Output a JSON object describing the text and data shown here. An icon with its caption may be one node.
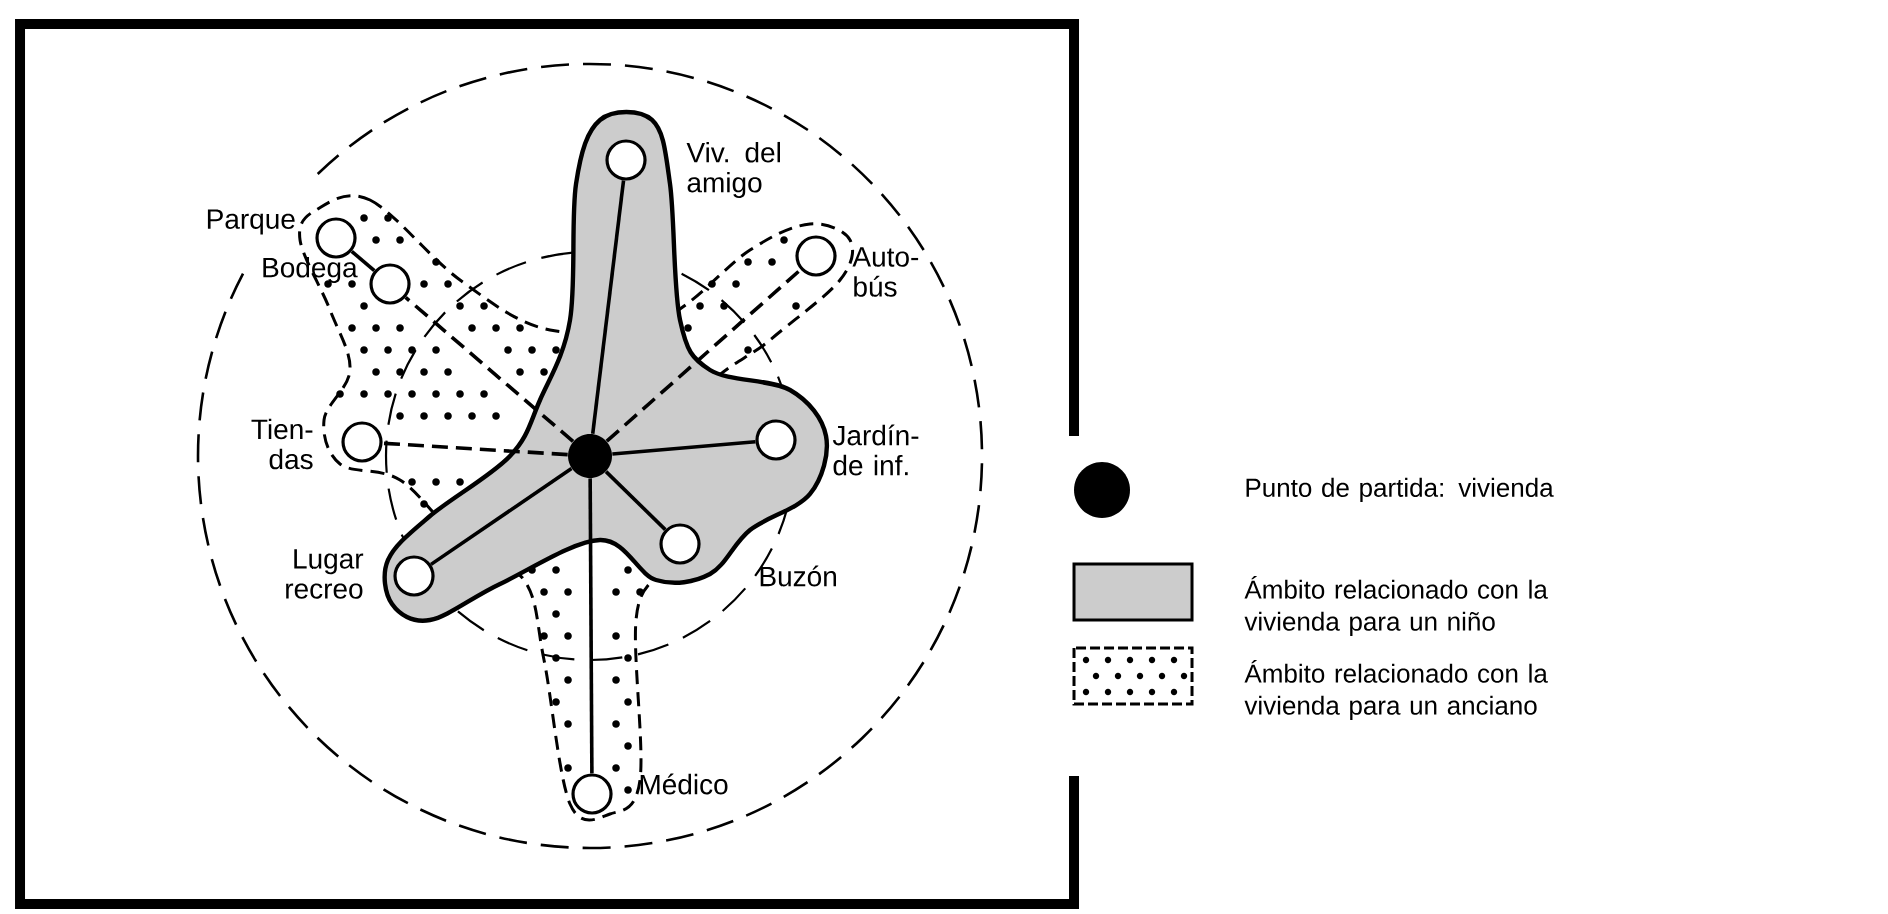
{
  "diagram": {
    "nodes": [
      {
        "text": [],
        "shape": "circle"
      },
      {
        "text": [],
        "shape": "circle",
        "beside": [
          "Viv. del amigo"
        ]
      },
      {
        "text": [],
        "shape": "circle",
        "beside": [
          "Auto- bús"
        ]
      },
      {
        "text": [],
        "shape": "circle",
        "beside": [
          "Jardín- de inf."
        ]
      },
      {
        "text": [],
        "shape": "circle",
        "beside": [
          "Buzón"
        ]
      },
      {
        "text": [],
        "shape": "circle",
        "beside": [
          "Médico"
        ]
      },
      {
        "text": [],
        "shape": "circle",
        "beside": [
          "Lugar recreo"
        ]
      },
      {
        "text": [],
        "shape": "circle",
        "beside": [
          "Tien- das"
        ]
      },
      {
        "text": [],
        "shape": "circle",
        "beside": [
          "Bodega"
        ]
      },
      {
        "text": [],
        "shape": "circle",
        "beside": [
          "Parque"
        ]
      }
    ],
    "edges": [
      {
        "from": 0,
        "to": 1,
        "arrow": "none"
      },
      {
        "from": 0,
        "to": 2,
        "arrow": "none",
        "style": "dashed"
      },
      {
        "from": 0,
        "to": 3,
        "arrow": "none"
      },
      {
        "from": 0,
        "to": 4,
        "arrow": "none"
      },
      {
        "from": 0,
        "to": 5,
        "arrow": "none"
      },
      {
        "from": 0,
        "to": 6,
        "arrow": "none"
      },
      {
        "from": 0,
        "to": 7,
        "arrow": "none",
        "style": "dashed"
      },
      {
        "from": 0,
        "to": 8,
        "arrow": "none",
        "style": "dashed"
      },
      {
        "from": 8,
        "to": 9,
        "arrow": "none"
      }
    ],
    "legend": [
      {
        "text": "Punto de partida: vivienda"
      },
      {
        "text": "Ámbito relacionado con la vivienda para un niño"
      },
      {
        "text": "Ámbito relacionado con la vivienda para un anciano"
      }
    ]
  }
}
